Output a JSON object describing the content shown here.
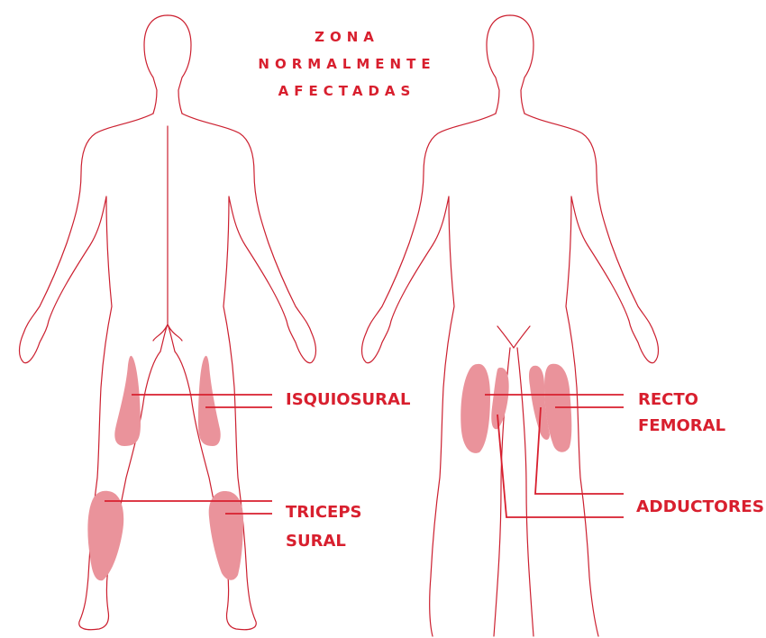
{
  "heading": {
    "line1": "ZONA",
    "line2": "NORMALMENTE",
    "line3": "AFECTADAS"
  },
  "labels": {
    "isquiosural": "ISQUIOSURAL",
    "triceps_line1": "TRICEPS",
    "triceps_line2": "SURAL",
    "recto_line1": "RECTO",
    "recto_line2": "FEMORAL",
    "adductores": "ADDUCTORES"
  },
  "colors": {
    "outline": "#cc2030",
    "text": "#d81f2e",
    "muscle_fill": "#ea939b"
  }
}
